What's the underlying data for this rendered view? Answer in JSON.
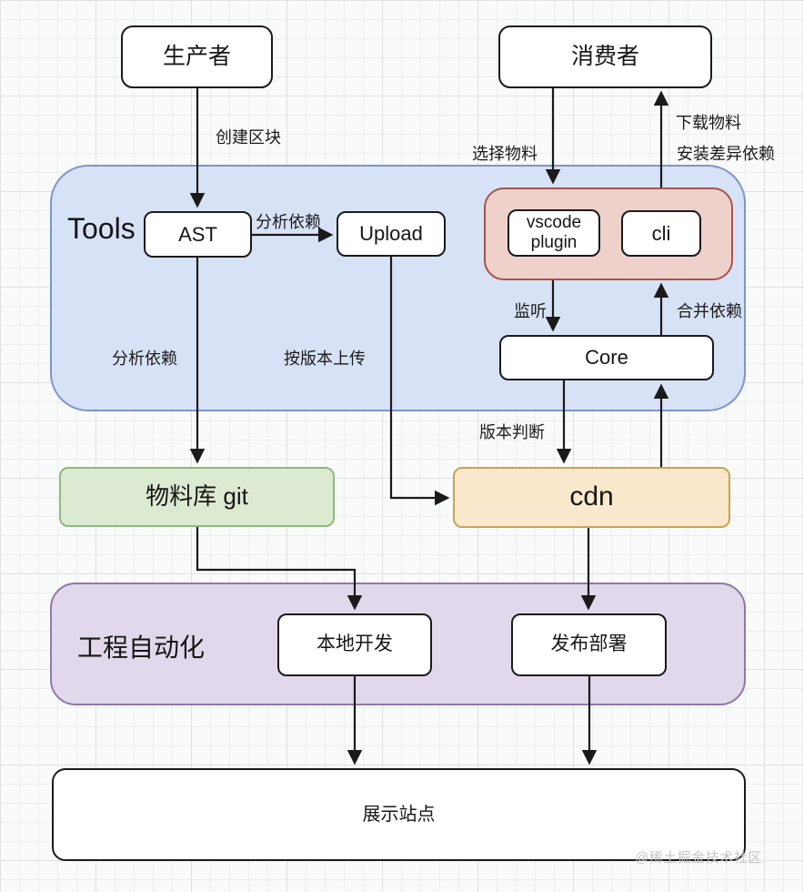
{
  "diagram": {
    "groups": {
      "tools": {
        "label": "Tools"
      },
      "plugins": {
        "label": ""
      },
      "automation": {
        "label": "工程自动化"
      }
    },
    "nodes": {
      "producer": {
        "label": "生产者"
      },
      "consumer": {
        "label": "消费者"
      },
      "ast": {
        "label": "AST"
      },
      "upload": {
        "label": "Upload"
      },
      "vscode_plugin": {
        "label": "vscode plugin"
      },
      "cli": {
        "label": "cli"
      },
      "core": {
        "label": "Core"
      },
      "material_git": {
        "label": "物料库 git"
      },
      "cdn": {
        "label": "cdn"
      },
      "local_dev": {
        "label": "本地开发"
      },
      "deploy": {
        "label": "发布部署"
      },
      "site": {
        "label": "展示站点"
      }
    },
    "edge_labels": {
      "create_block": "创建区块",
      "select_material": "选择物料",
      "download_material": "下载物料",
      "install_diff_deps": "安装差异依赖",
      "analyze_deps_top": "分析依赖",
      "analyze_deps_left": "分析依赖",
      "upload_by_version": "按版本上传",
      "listen": "监听",
      "merge_deps": "合并依赖",
      "version_check": "版本判断"
    },
    "watermark": "@稀土掘金技术社区",
    "colors": {
      "tools_fill": "#d8e2f6",
      "tools_border": "#7d96c9",
      "plugins_fill": "#efd1cc",
      "plugins_border": "#a5524b",
      "material_fill": "#dcead2",
      "material_border": "#90b87c",
      "cdn_fill": "#fae8cc",
      "cdn_border": "#c9a355",
      "automation_fill": "#e2d8eb",
      "automation_border": "#8d79a8",
      "node_fill": "#ffffff",
      "node_border": "#1a1a1a",
      "arrow": "#1a1a1a"
    }
  }
}
